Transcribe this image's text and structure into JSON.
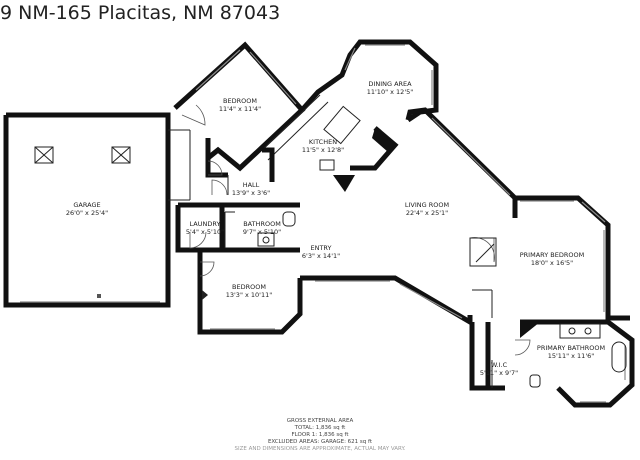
{
  "header": {
    "title": "9 NM-165 Placitas, NM 87043"
  },
  "rooms": {
    "garage": {
      "name": "GARAGE",
      "dims": "26'0\" x 25'4\""
    },
    "bedroom_top": {
      "name": "BEDROOM",
      "dims": "11'4\" x 11'4\""
    },
    "dining": {
      "name": "DINING AREA",
      "dims": "11'10\" x 12'5\""
    },
    "kitchen": {
      "name": "KITCHEN",
      "dims": "11'5\" x 12'8\""
    },
    "hall": {
      "name": "HALL",
      "dims": "13'9\" x 3'6\""
    },
    "laundry": {
      "name": "LAUNDRY",
      "dims": "5'4\" x 5'10\""
    },
    "bathroom": {
      "name": "BATHROOM",
      "dims": "9'7\" x 5'10\""
    },
    "living": {
      "name": "LIVING ROOM",
      "dims": "22'4\" x 25'1\""
    },
    "entry": {
      "name": "ENTRY",
      "dims": "6'3\" x 14'1\""
    },
    "bedroom_bot": {
      "name": "BEDROOM",
      "dims": "13'3\" x 10'11\""
    },
    "primary_bed": {
      "name": "PRIMARY BEDROOM",
      "dims": "18'0\" x 16'5\""
    },
    "primary_bath": {
      "name": "PRIMARY BATHROOM",
      "dims": "15'11\" x 11'6\""
    },
    "wic": {
      "name": "W.I.C",
      "dims": "5'11\" x 9'7\""
    }
  },
  "footer": {
    "heading": "GROSS EXTERNAL AREA",
    "total": "TOTAL: 1,836 sq ft",
    "floor": "FLOOR 1: 1,836 sq ft",
    "excluded": "EXCLUDED AREAS: GARAGE: 621 sq ft",
    "disclaimer": "SIZE AND DIMENSIONS ARE APPROXIMATE, ACTUAL MAY VARY."
  },
  "colors": {
    "wall": "#111111",
    "window": "#8a8a8a",
    "text": "#222222"
  }
}
